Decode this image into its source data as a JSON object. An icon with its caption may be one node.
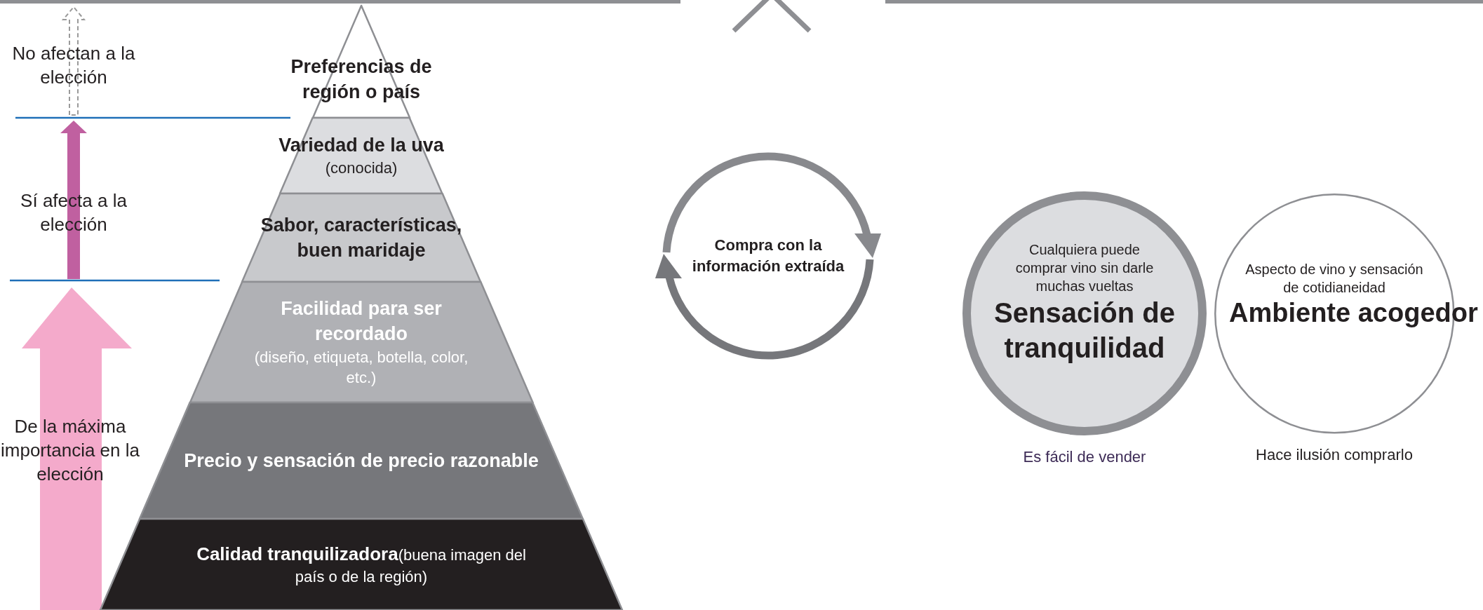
{
  "diagram": {
    "nodes": [
      {
        "text": [
          "Preferencias de región o país"
        ]
      },
      {
        "text": [
          "Variedad de la uva",
          "(conocida)"
        ]
      },
      {
        "text": [
          "Sabor, características, buen maridaje"
        ]
      },
      {
        "text": [
          "Facilidad para ser recordado",
          "(diseño, etiqueta, botella, color, etc.)"
        ]
      },
      {
        "text": [
          "Precio y sensación de precio razonable"
        ]
      },
      {
        "text": [
          "**Calidad tranquilizadora**(buena imagen del país o de la región)"
        ]
      },
      {
        "text": [
          "Compra con la información extraída"
        ]
      },
      {
        "text": [
          "Cualquiera puede comprar vino sin darle muchas vueltas",
          "Sensación de tranquilidad"
        ],
        "beside": [
          "Es fácil de vender"
        ]
      },
      {
        "text": [
          "Aspecto de vino y sensación de cotidianeidad",
          "Ambiente acogedor"
        ],
        "beside": [
          "Hace ilusión comprarlo"
        ]
      }
    ],
    "labels": [
      "No afectan a la elección",
      "Sí afecta a la elección",
      "De la máxima importancia en la elección"
    ]
  }
}
